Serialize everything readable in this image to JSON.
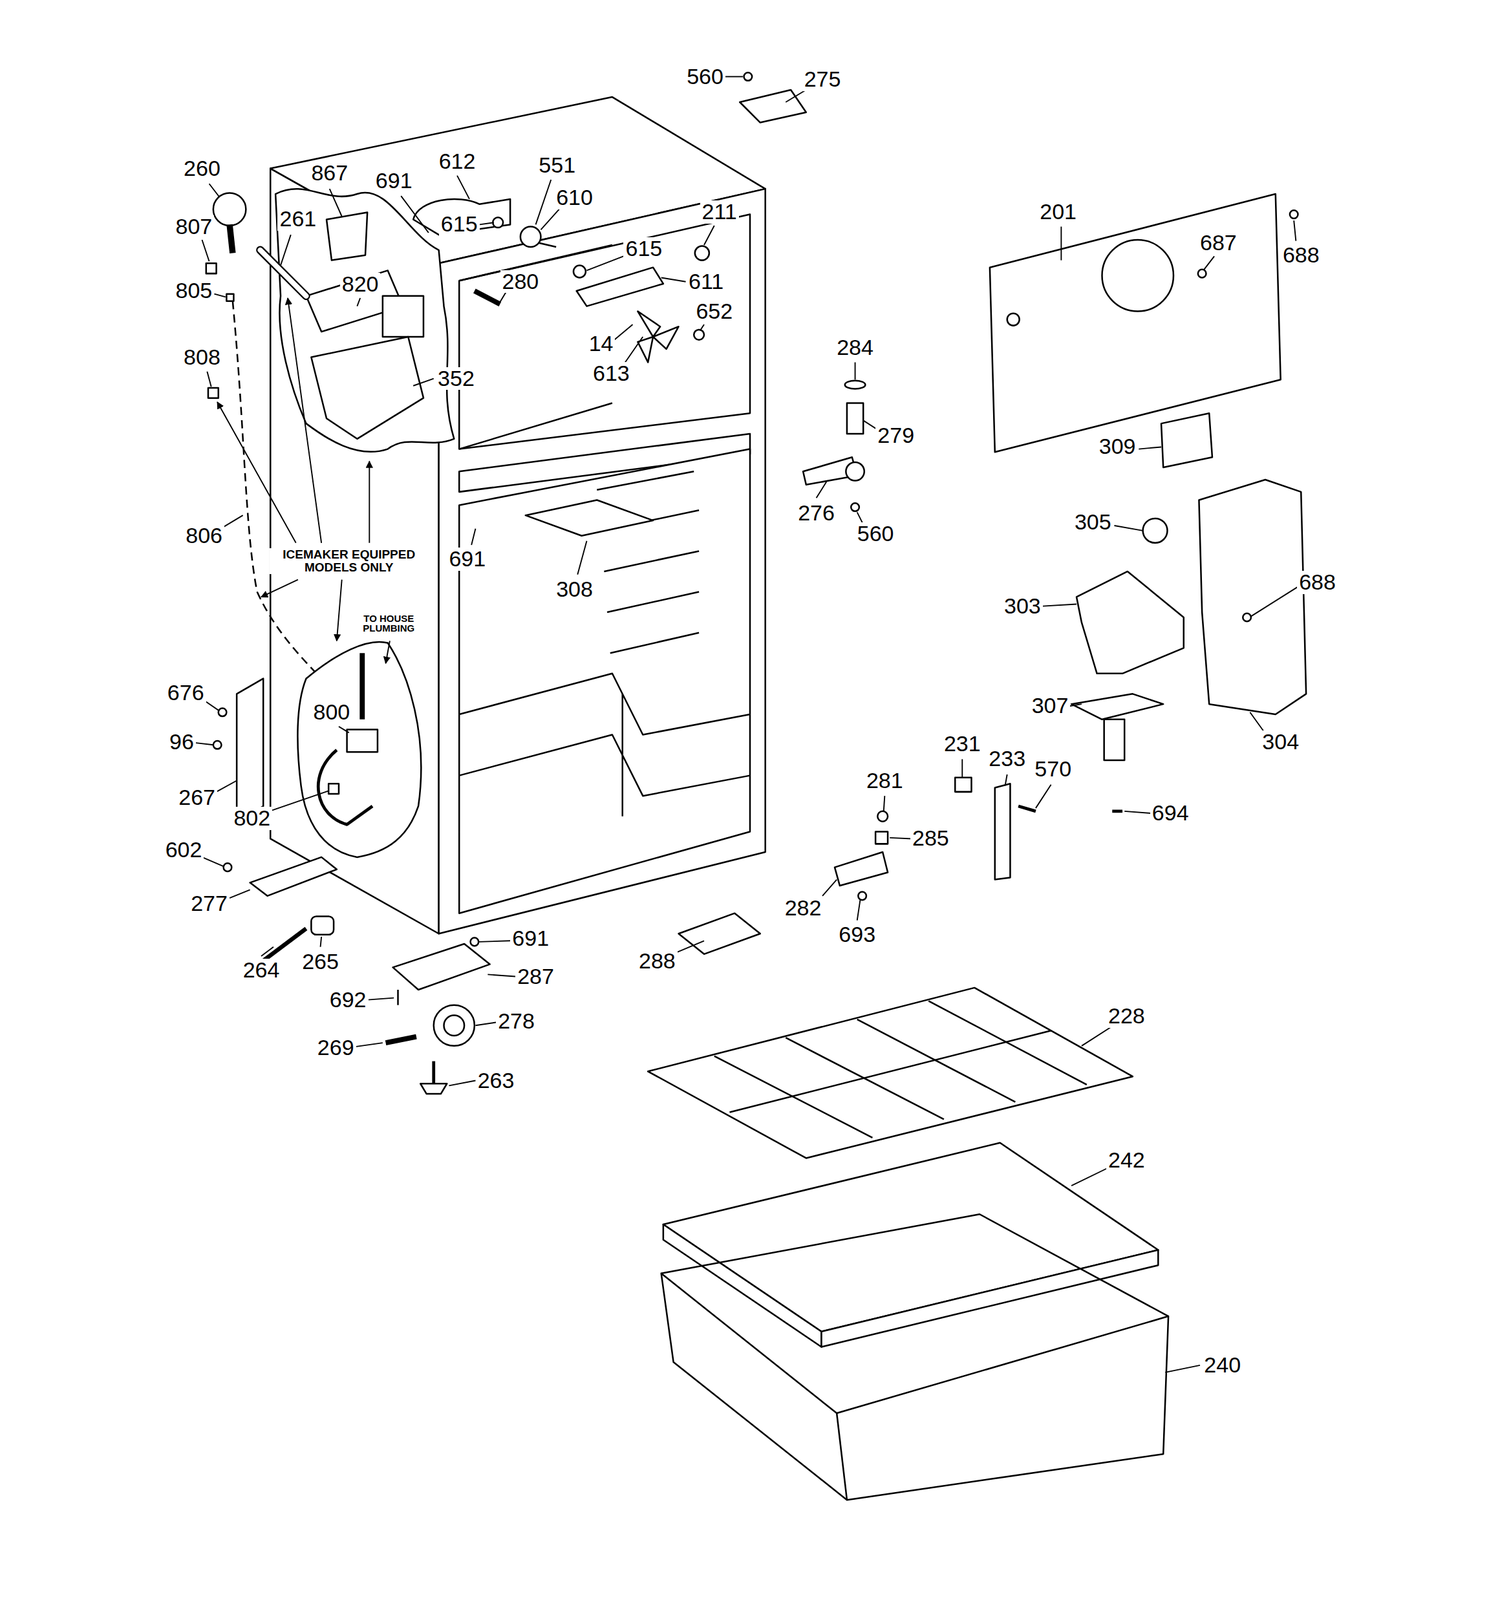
{
  "diagram": {
    "labels": [
      "560",
      "275",
      "260",
      "867",
      "691",
      "612",
      "551",
      "610",
      "807",
      "261",
      "615",
      "211",
      "201",
      "687",
      "688",
      "615",
      "805",
      "820",
      "280",
      "611",
      "652",
      "14",
      "613",
      "284",
      "808",
      "352",
      "279",
      "309",
      "276",
      "560",
      "305",
      "806",
      "ICEMAKER EQUIPPED MODELS ONLY",
      "691",
      "308",
      "688",
      "303",
      "TO HOUSE PLUMBING",
      "676",
      "800",
      "307",
      "96",
      "304",
      "231",
      "233",
      "570",
      "281",
      "267",
      "802",
      "694",
      "285",
      "602",
      "282",
      "277",
      "691",
      "693",
      "264",
      "265",
      "287",
      "288",
      "692",
      "278",
      "228",
      "269",
      "263",
      "242",
      "240"
    ]
  }
}
